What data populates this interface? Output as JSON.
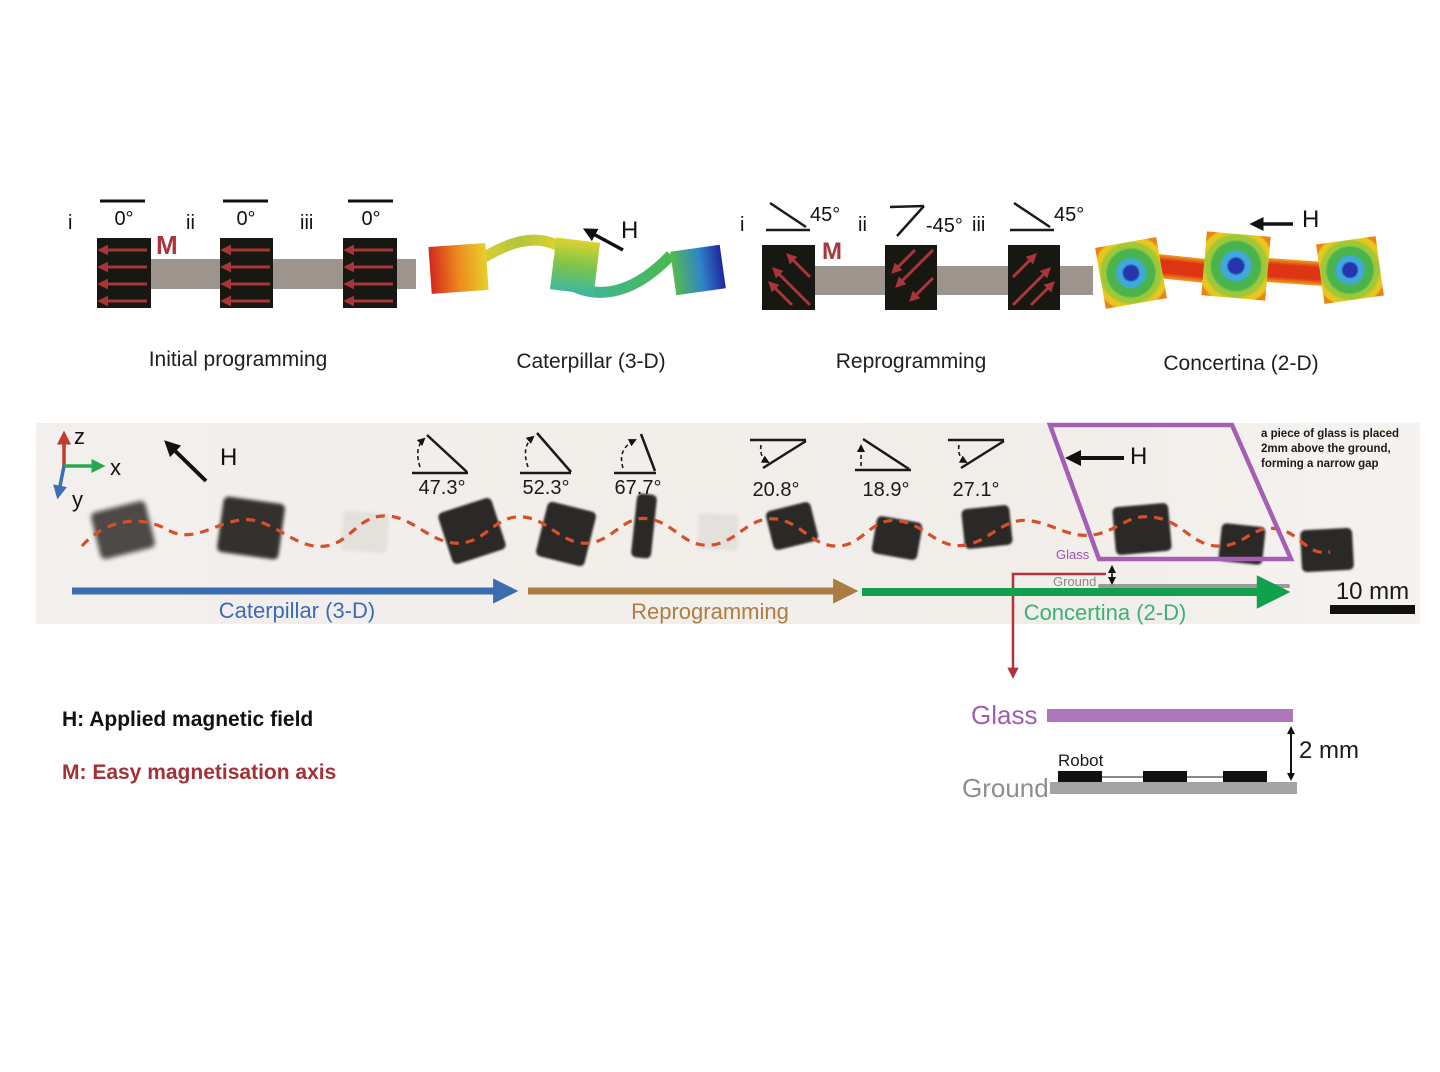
{
  "panels": {
    "initial": {
      "caption": "Initial programming",
      "m": "M",
      "segments": [
        {
          "n": "i",
          "a": "0°"
        },
        {
          "n": "ii",
          "a": "0°"
        },
        {
          "n": "iii",
          "a": "0°"
        }
      ]
    },
    "caterpillar": {
      "caption": "Caterpillar (3-D)",
      "h": "H"
    },
    "reprogramming": {
      "caption": "Reprogramming",
      "m": "M",
      "segments": [
        {
          "n": "i",
          "a": "45°"
        },
        {
          "n": "ii",
          "a": "-45°"
        },
        {
          "n": "iii",
          "a": "45°"
        }
      ]
    },
    "concertina": {
      "caption": "Concertina (2-D)",
      "h": "H"
    }
  },
  "strip": {
    "axes": {
      "z": "z",
      "x": "x",
      "y": "y"
    },
    "h_caterpillar": "H",
    "h_gap": "H",
    "angles_caterpillar": [
      "47.3°",
      "52.3°",
      "67.7°"
    ],
    "angles_concertina": [
      "20.8°",
      "18.9°",
      "27.1°"
    ],
    "note": "a piece of glass is placed 2mm above the ground, forming a narrow gap",
    "glass": "Glass",
    "ground": "Ground",
    "phases": {
      "caterpillar": "Caterpillar (3-D)",
      "reprogramming": "Reprogramming",
      "concertina": "Concertina (2-D)"
    },
    "scale": "10 mm"
  },
  "legend": {
    "h": "H: Applied magnetic field",
    "m": "M: Easy magnetisation axis"
  },
  "gap": {
    "glass": "Glass",
    "ground": "Ground",
    "robot": "Robot",
    "distance": "2 mm"
  },
  "colors": {
    "magnet_red": "#a93439",
    "phase_blue": "#3c6cb0",
    "phase_brown": "#aa7c42",
    "phase_green": "#11a14e",
    "glass_purple": "#a45fb5",
    "trajectory_orange": "#d84e28"
  }
}
